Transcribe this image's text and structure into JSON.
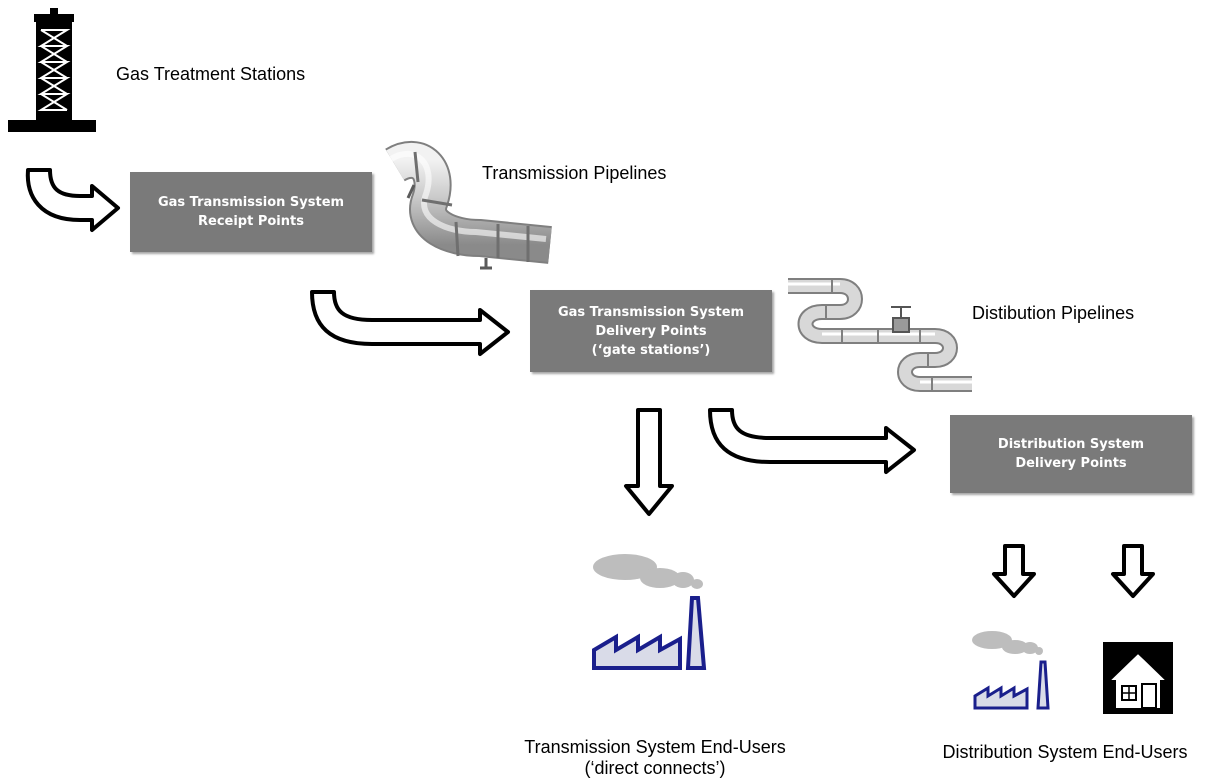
{
  "labels": {
    "gas_treatment": "Gas Treatment Stations",
    "transmission_pipelines": "Transmission Pipelines",
    "distribution_pipelines": "Distibution Pipelines",
    "transmission_end_users_1": "Transmission System End-Users",
    "transmission_end_users_2": "(‘direct connects’)",
    "distribution_end_users": "Distribution System End-Users"
  },
  "boxes": {
    "receipt": {
      "line1": "Gas Transmission System",
      "line2": "Receipt Points"
    },
    "delivery": {
      "line1": "Gas Transmission System",
      "line2": "Delivery Points",
      "line3": "(‘gate stations’)"
    },
    "distribution": {
      "line1": "Distribution System",
      "line2": "Delivery Points"
    }
  },
  "icons": [
    "oil-derrick-icon",
    "pipeline-icon",
    "distribution-pipe-icon",
    "factory-icon",
    "house-icon"
  ],
  "colors": {
    "box_fill": "#7a7a7a",
    "factory_blue": "#1a1f8c",
    "smoke_gray": "#bdbdbd"
  }
}
